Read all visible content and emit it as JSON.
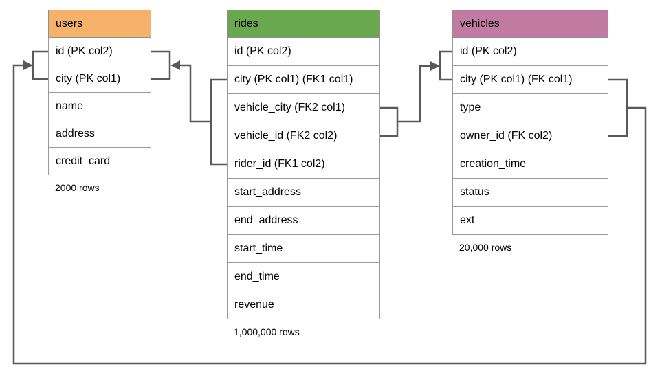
{
  "diagram": {
    "line_color": "#595959",
    "tables": [
      {
        "name": "users",
        "header_color": "#F6B26B",
        "columns": [
          "id (PK col2)",
          "city (PK col1)",
          "name",
          "address",
          "credit_card"
        ],
        "row_count": "2000 rows"
      },
      {
        "name": "rides",
        "header_color": "#6AA84F",
        "columns": [
          "id (PK col2)",
          "city (PK col1) (FK1 col1)",
          "vehicle_city (FK2 col1)",
          "vehicle_id (FK2 col2)",
          "rider_id (FK1 col2)",
          "start_address",
          "end_address",
          "start_time",
          "end_time",
          "revenue"
        ],
        "row_count": "1,000,000 rows"
      },
      {
        "name": "vehicles",
        "header_color": "#C27BA0",
        "columns": [
          "id (PK col2)",
          "city (PK col1) (FK col1)",
          "type",
          "owner_id (FK col2)",
          "creation_time",
          "status",
          "ext"
        ],
        "row_count": "20,000 rows"
      }
    ],
    "relationships": [
      {
        "name": "rides-fk1-to-users",
        "from_columns": "rides.city (FK1 col1), rides.rider_id (FK1 col2)",
        "to_columns": "users.id (PK col2), users.city (PK col1)"
      },
      {
        "name": "rides-fk2-to-vehicles",
        "from_columns": "rides.vehicle_city (FK2 col1), rides.vehicle_id (FK2 col2)",
        "to_columns": "vehicles.id (PK col2), vehicles.city (PK col1)"
      },
      {
        "name": "vehicles-fk-to-users",
        "from_columns": "vehicles.city (FK col1), vehicles.owner_id (FK col2)",
        "to_columns": "users.id (PK col2), users.city (PK col1)"
      }
    ]
  }
}
